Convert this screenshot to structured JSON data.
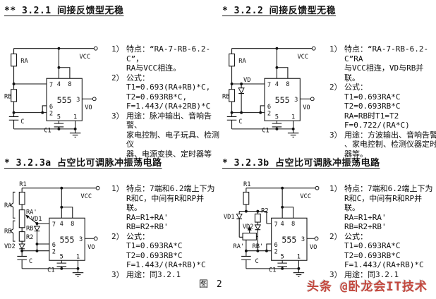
{
  "page": {
    "caption": "图 2",
    "watermark": "头条 @卧龙会IT技术",
    "ink_color": "#111111",
    "watermark_color": "#c2473d",
    "background_color": "#ffffff"
  },
  "sections": [
    {
      "header": "** 3.2.1 间接反馈型无稳",
      "circuit": {
        "chip": "555",
        "pins": {
          "p7": "7",
          "p6": "6",
          "p2": "2",
          "p4": "4",
          "p8": "8",
          "p3": "3",
          "p5": "5",
          "p1": "1"
        },
        "labels": {
          "ra": "RA",
          "rb": "RB",
          "c": "C",
          "c1": "C1",
          "vcc": "VCC",
          "vo": "VO"
        }
      },
      "items": [
        {
          "num": "1）",
          "lines": [
            "特点：“RA-7-RB-6.2-C”，",
            "RA与VCC相连。"
          ]
        },
        {
          "num": "2）",
          "lines": [
            "公式：",
            "T1=0.693(RA+RB)*C,",
            "T2=0.693RB*C,",
            "F=1.443/(RA+2RB)*C"
          ]
        },
        {
          "num": "3）",
          "lines": [
            "用途：脉冲输出、音响告警、",
            "家电控制、电子玩具、检测仪",
            "器、电源变换、定时器等"
          ]
        }
      ]
    },
    {
      "header": "* 3.2.2 间接反馈型无稳",
      "circuit": {
        "chip": "555",
        "pins": {
          "p7": "7",
          "p6": "6",
          "p2": "2",
          "p4": "4",
          "p8": "8",
          "p3": "3",
          "p5": "5",
          "p1": "1"
        },
        "labels": {
          "ra": "RA",
          "vd": "VD",
          "rb": "RB",
          "c": "C",
          "c1": "C1",
          "vcc": "VCC",
          "vo": "VO"
        }
      },
      "items": [
        {
          "num": "1）",
          "lines": [
            "特点：“RA-7-RB-6.2-C”RA",
            "与VCC相连，VD与RB并联。"
          ]
        },
        {
          "num": "2）",
          "lines": [
            "公式：",
            "T1=0.693RA*C",
            "T2=0.693RB*C",
            "RA=RB时T1=T2",
            "F=0.722/(RA*C)"
          ]
        },
        {
          "num": "3）",
          "lines": [
            "用途：方波输出、音响告警",
            "、家电控制、检测仪器定时",
            "器等。"
          ]
        }
      ]
    },
    {
      "header": "* 3.2.3a 占空比可调脉冲振荡电路",
      "circuit": {
        "chip": "555",
        "pins": {
          "p7": "7",
          "p6": "6",
          "p2": "2",
          "p4": "4",
          "p8": "8",
          "p3": "3",
          "p5": "5",
          "p1": "1"
        },
        "labels": {
          "r1": "R1",
          "ra_brace": "RA",
          "ra_p": "RA'",
          "rb_p": "RB'",
          "r2": "R2",
          "rb_brace": "RB",
          "vd1": "VD1",
          "vd2": "VD2",
          "c": "C",
          "c1": "C1",
          "vcc": "VCC",
          "vo": "VO"
        }
      },
      "items": [
        {
          "num": "1）",
          "lines": [
            "特点：7端和6.2端上下为",
            "R和C，中间有R和RP并联。",
            "RA=R1+RA'",
            "RB=R2+RB'"
          ]
        },
        {
          "num": "2）",
          "lines": [
            "公式：",
            "T1=0.693RA*C",
            "T2=0.693RB*C",
            "F=1.443/(RA+RB)*C"
          ]
        },
        {
          "num": "3）",
          "lines": [
            "用途：同3.2.1"
          ]
        }
      ]
    },
    {
      "header": "* 3.2.3b 占空比可调脉冲振荡电路",
      "circuit": {
        "chip": "555",
        "pins": {
          "p7": "7",
          "p6": "6",
          "p2": "2",
          "p4": "4",
          "p8": "8",
          "p3": "3",
          "p5": "5",
          "p1": "1"
        },
        "labels": {
          "r1": "R1",
          "r2": "R2",
          "vd1": "VD1",
          "vd2": "VD2",
          "ra_p": "RA'",
          "rb_p": "RB'",
          "c": "C",
          "c1": "C1",
          "vcc": "VCC",
          "vo": "VO"
        }
      },
      "items": [
        {
          "num": "1）",
          "lines": [
            "特点：7端和6.2端上下为",
            "R和C，中间有R和RP并联。",
            "RA=R1+RA'",
            "RB=R2+RB'"
          ]
        },
        {
          "num": "2）",
          "lines": [
            "公式：",
            "T1=0.693RA*C",
            "T2=0.693RB*C",
            "F=1.443/(RA+RB)*C"
          ]
        },
        {
          "num": "3）",
          "lines": [
            "用途：同3.2.1"
          ]
        }
      ]
    }
  ]
}
